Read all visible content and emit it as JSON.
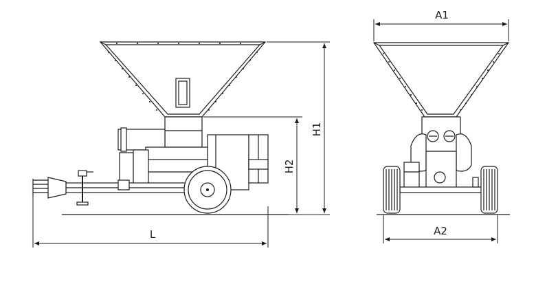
{
  "labels": {
    "a1": "A1",
    "a2": "A2",
    "h1": "H1",
    "h2": "H2",
    "l": "L"
  }
}
